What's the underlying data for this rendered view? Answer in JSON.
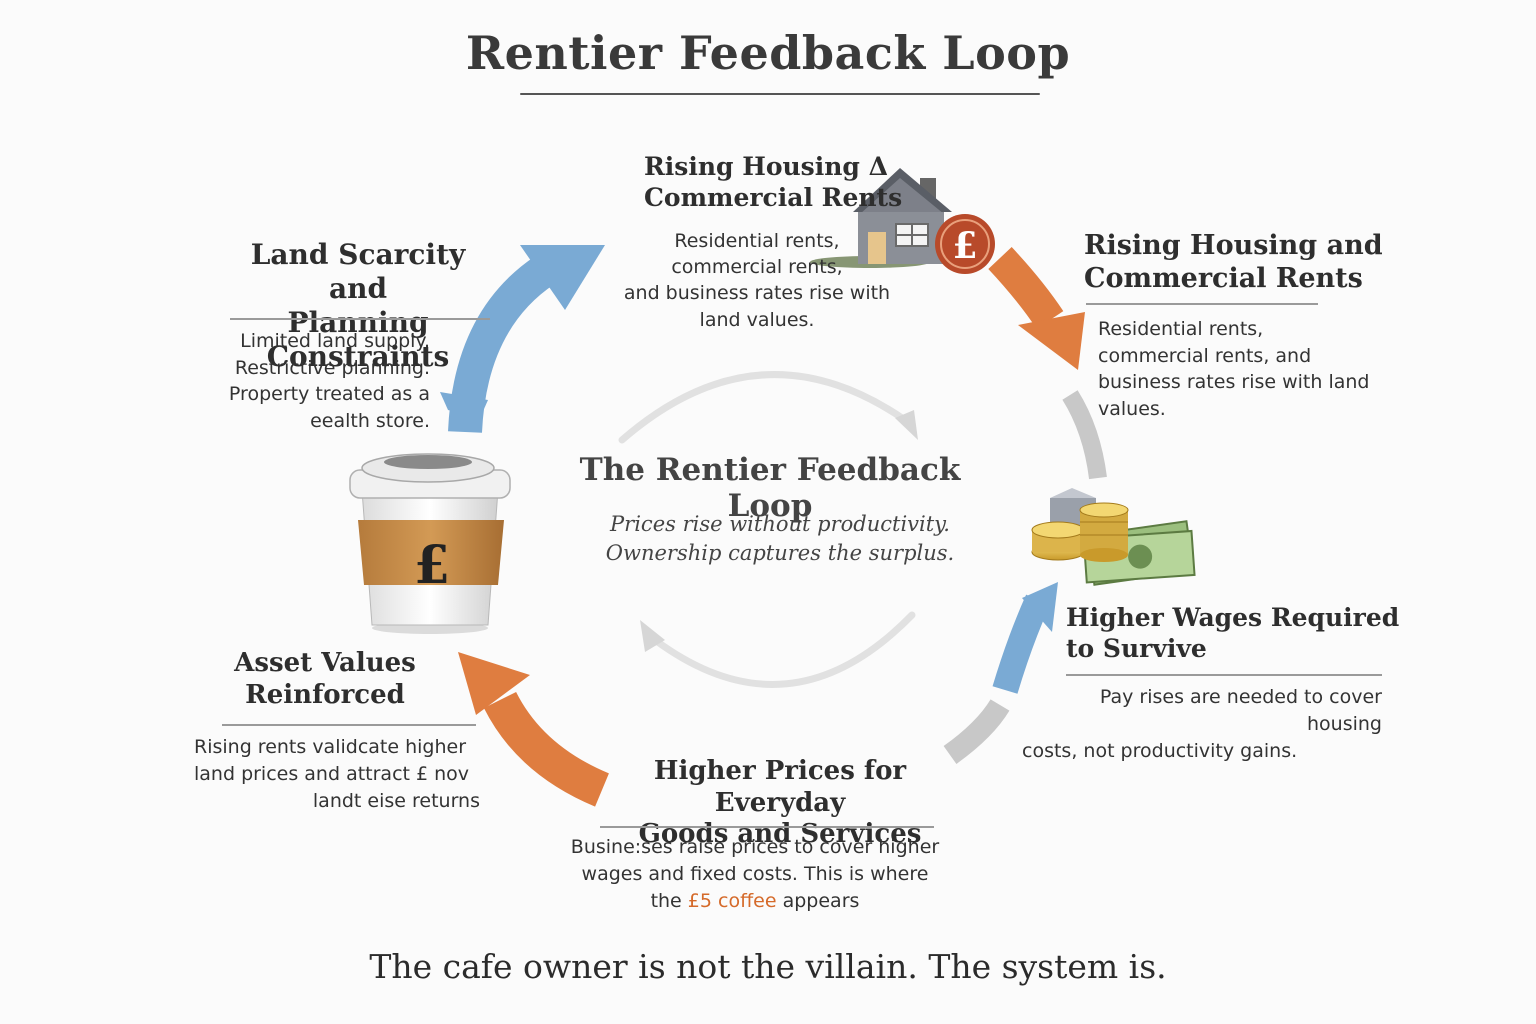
{
  "title": "Rentier Feedback Loop",
  "center": {
    "title": "The Rentier Feedback Loop",
    "line1": "Prices rise without productivity.",
    "line2": "Ownership captures the surplus."
  },
  "nodes": {
    "top": {
      "heading_line1": "Rising Housing Δ",
      "heading_line2": "Commercial Rents",
      "body_line1": "Residential rents,",
      "body_line2": "commercial rents,",
      "body_line3": "and business rates rise with",
      "body_line4": "land values."
    },
    "right_top": {
      "heading_line1": "Rising Housing and",
      "heading_line2": "Commercial Rents",
      "body_line1": "Residential rents,",
      "body_line2": "commercial rents, and",
      "body_line3": "business rates rise with land",
      "body_line4": "values."
    },
    "right_bottom": {
      "heading_line1": "Higher Wages Required",
      "heading_line2": "to Survive",
      "body_line1": "Pay rises are needed to cover housing",
      "body_line2": "costs, not productivity gains."
    },
    "bottom": {
      "heading_line1": "Higher Prices for Everyday",
      "heading_line2": "Goods and Services",
      "body_line1": "Busine:ses raise prices to cover higher",
      "body_line2": "wages and fixed costs. This is where",
      "body_line3_pre": "the ",
      "body_line3_accent": "£5 coffee",
      "body_line3_post": " appears"
    },
    "left_bottom": {
      "heading_line1": "Asset Values",
      "heading_line2": "Reinforced",
      "body_line1": "Rising rents validcate higher",
      "body_line2": "land prices and attract  £ nov",
      "body_line3": "landt eise returns"
    },
    "left_top": {
      "heading_line1": "Land Scarcity and",
      "heading_line2": "Planning Constraints",
      "body_line1": "Limited land supply.",
      "body_line2": "Restrictive planning.",
      "body_line3": "Property treated as a",
      "body_line4": "eealth store."
    }
  },
  "icons": {
    "house_badge": "£",
    "cup_badge": "£"
  },
  "footer": "The cafe owner is not the villain. The system is.",
  "colors": {
    "blue_arrow": "#7aaad4",
    "orange_arrow": "#df7d40",
    "gray_arrow": "#c8c8c8",
    "accent": "#d56a2a",
    "badge": "#b84a2a"
  }
}
